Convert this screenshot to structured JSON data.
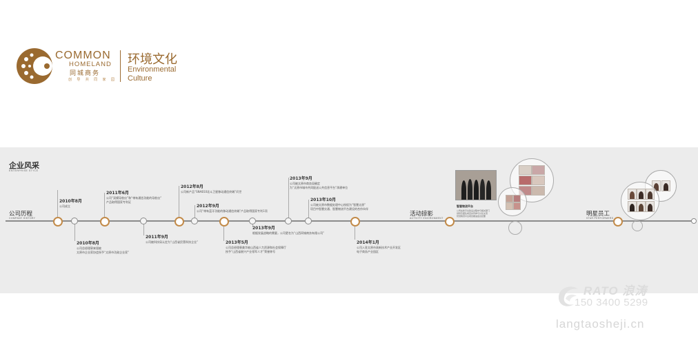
{
  "logo": {
    "common": "COMMON",
    "homeland": "HOMELAND",
    "cn_name": "同城商务",
    "slogan": "创 导 共 同 家 园",
    "color": "#9a6a30"
  },
  "environment": {
    "title_cn": "环境文化",
    "title_en_1": "Environmental",
    "title_en_2": "Culture"
  },
  "section": {
    "title": "企业风采",
    "subtitle": "ENTERPRISE STYLE"
  },
  "milestones": [
    {
      "title": "公司历程",
      "subtitle": "COMPANY HISTORY"
    },
    {
      "title": "活动掠影",
      "subtitle": "ACTIVITY ENVIRONMENT"
    },
    {
      "title": "明星员工",
      "subtitle": "STAR PERFORMERS"
    }
  ],
  "events": [
    {
      "date": "2010年8月",
      "lines": [
        "公司成立"
      ]
    },
    {
      "date": "2010年8月",
      "lines": [
        "公司总经理郭来银被",
        "太原市企业家协会授予“太原市功勋企业家”"
      ]
    },
    {
      "date": "2011年6月",
      "lines": [
        "公司“双模导航仪”和“带有通信功能的导航仪”",
        "产品取得国家专利证"
      ]
    },
    {
      "date": "2011年9月",
      "lines": [
        "公司被科技局认定为“山西省民营科技企业”"
      ]
    },
    {
      "date": "2012年8月",
      "lines": [
        "公司新产品“SNAB10北斗卫星移动通信终端”问世"
      ]
    },
    {
      "date": "2012年9月",
      "lines": [
        "公司“带有蓝牙功能的移动通信终端”产品取得国家专利1项"
      ]
    },
    {
      "date": "2013年5月",
      "lines": [
        "公司总经理裴美华被山西省人力资源和社会保障厅",
        "授予“山西省創兴产业领军人才”荣誉称号"
      ]
    },
    {
      "date": "2013年9月",
      "lines": [
        "根据发展战略的需要，公司更名为“山西同城商务有限公司”"
      ]
    },
    {
      "date": "2013年9月",
      "lines": [
        "公司被太原市商务局确定",
        "为“太原市城市共同配送公共信息平台”承建单位"
      ]
    },
    {
      "date": "2013年10月",
      "lines": [
        "公司被太原市数据处理中心授权为“智慧太原”",
        "项目中智慧交通、智慧物流平台建设的合作伙伴"
      ]
    },
    {
      "date": "2014年1月",
      "lines": [
        "公司入驻太原市高新技术产业开发区",
        "电子商务产业园区"
      ]
    }
  ],
  "activity_caption": {
    "title": "智慧物流平台",
    "lines": [
      "公司在新平台建设过程中与相关部门",
      "领导及团队成员共同参与讨论交流",
      "智慧物流平台项目推进会议纪要"
    ]
  },
  "watermark": {
    "brand": "RATO 浪涛",
    "phone": "150 3400 5299",
    "site": "langtaosheji.cn"
  }
}
